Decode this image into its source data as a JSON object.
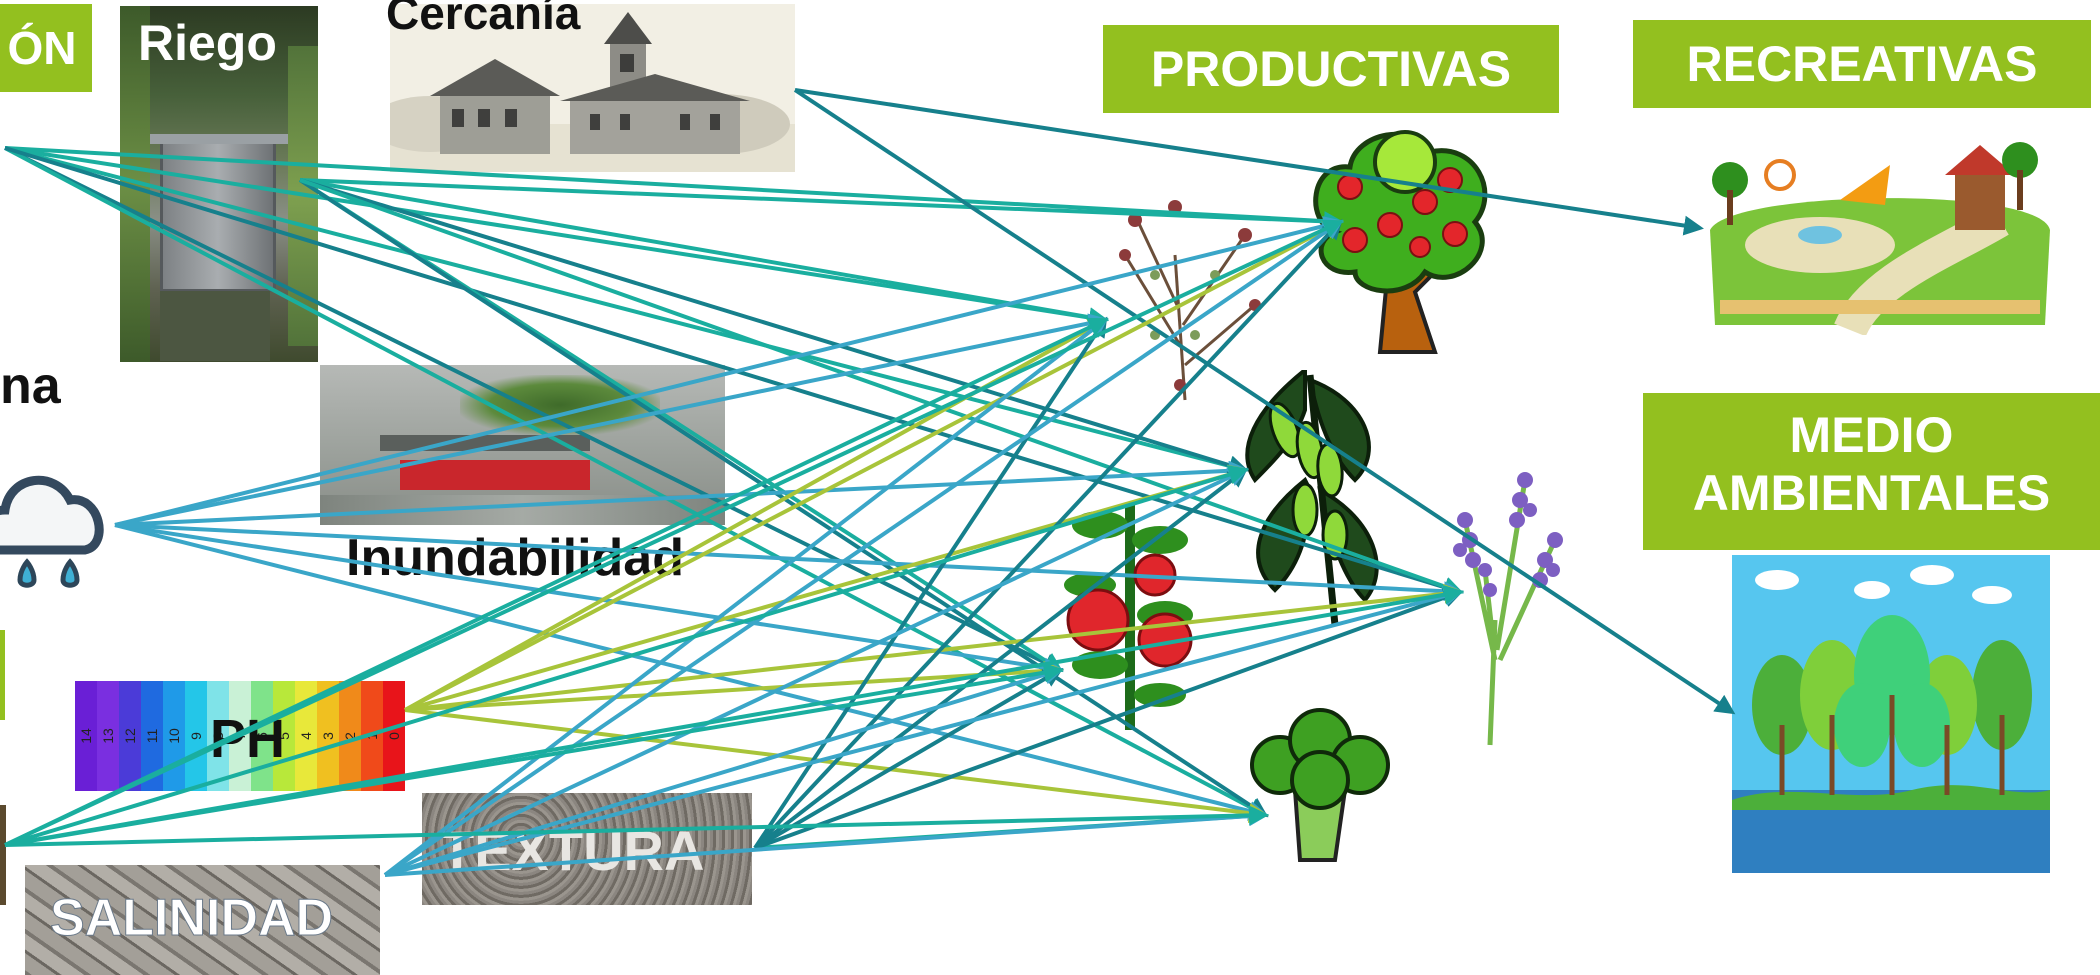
{
  "headers": {
    "left_cut": "ÓN",
    "productivas": "PRODUCTIVAS",
    "recreativas": "RECREATIVAS",
    "medio_line1": "MEDIO",
    "medio_line2": "AMBIENTALES"
  },
  "factors": {
    "riego": "Riego",
    "cercania": "Cercanía",
    "clima_cut": "na",
    "inundabilidad": "Inundabilidad",
    "ph": "PH",
    "textura": "TEXTURA",
    "salinidad": "SALINIDAD"
  },
  "ph_scale": [
    "14",
    "13",
    "12",
    "11",
    "10",
    "9",
    "8",
    "7",
    "6",
    "5",
    "4",
    "3",
    "2",
    "1",
    "0"
  ],
  "colors": {
    "accent_green": "#93c01f",
    "arrow_teal": "#1aae9f",
    "arrow_dark_teal": "#16808c",
    "arrow_blue": "#3aa6c8",
    "arrow_lime": "#a8c43a"
  }
}
